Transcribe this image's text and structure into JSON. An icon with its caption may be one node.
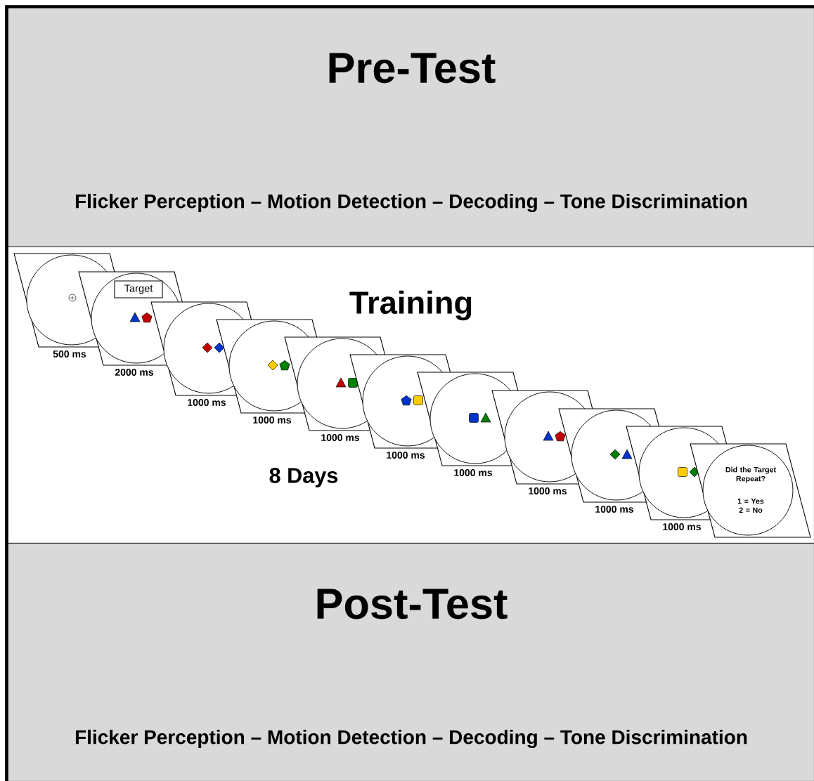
{
  "diagram": {
    "nodes": [
      {
        "text": [
          "Pre-Test",
          "Flicker Perception – Motion Detection – Decoding – Tone Discrimination"
        ]
      },
      {
        "text": [
          "Training",
          "8 Days"
        ]
      },
      {
        "text": [],
        "shape": "box",
        "in": 1,
        "beside": [
          "500 ms"
        ]
      },
      {
        "text": [],
        "shape": "box",
        "in": 1,
        "beside": [
          "2000 ms"
        ]
      },
      {
        "text": [
          "Target"
        ],
        "in": 3
      },
      {
        "text": [],
        "shape": "box",
        "in": 1,
        "beside": [
          "1000 ms"
        ]
      },
      {
        "text": [],
        "shape": "box",
        "in": 1,
        "beside": [
          "1000 ms"
        ]
      },
      {
        "text": [],
        "shape": "box",
        "in": 1,
        "beside": [
          "1000 ms"
        ]
      },
      {
        "text": [],
        "shape": "box",
        "in": 1,
        "beside": [
          "1000 ms"
        ]
      },
      {
        "text": [],
        "shape": "box",
        "in": 1,
        "beside": [
          "1000 ms"
        ]
      },
      {
        "text": [],
        "shape": "box",
        "in": 1,
        "beside": [
          "1000 ms"
        ]
      },
      {
        "text": [],
        "shape": "box",
        "in": 1,
        "beside": [
          "1000 ms"
        ]
      },
      {
        "text": [],
        "shape": "box",
        "in": 1,
        "beside": [
          "1000 ms"
        ]
      },
      {
        "text": [
          "Did the Target Repeat?",
          "1 = Yes 2 = No"
        ],
        "in": 1
      },
      {
        "text": [
          "Post-Test",
          "Flicker Perception – Motion Detection – Decoding – Tone Discrimination"
        ]
      }
    ]
  }
}
